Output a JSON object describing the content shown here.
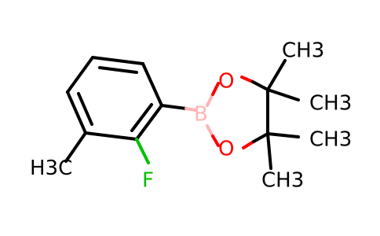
{
  "molecule": {
    "atoms": {
      "ch3_aryl": "H3C",
      "fluorine": "F",
      "boron": "B",
      "oxygen_top": "O",
      "oxygen_bottom": "O",
      "ch3_1": "CH3",
      "ch3_2": "CH3",
      "ch3_3": "CH3",
      "ch3_4": "CH3"
    },
    "element_colors": {
      "carbon": "#000000",
      "fluorine": "#00c000",
      "boron": "#ffb5b5",
      "oxygen": "#ff0000"
    }
  }
}
